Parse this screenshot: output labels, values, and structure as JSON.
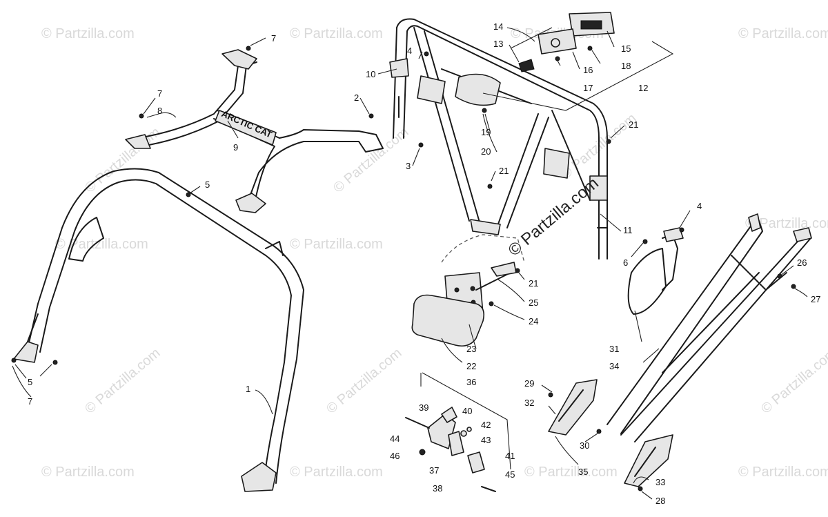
{
  "watermark": "© Partzilla.com",
  "decal_text": "ARCTIC CAT",
  "callouts": [
    "1",
    "2",
    "3",
    "4",
    "4",
    "5",
    "5",
    "6",
    "7",
    "7",
    "7",
    "8",
    "9",
    "10",
    "11",
    "12",
    "13",
    "14",
    "15",
    "16",
    "17",
    "18",
    "19",
    "20",
    "21",
    "21",
    "21",
    "22",
    "23",
    "24",
    "25",
    "26",
    "27",
    "28",
    "29",
    "30",
    "31",
    "32",
    "33",
    "34",
    "35",
    "36",
    "37",
    "38",
    "39",
    "40",
    "41",
    "42",
    "43",
    "44",
    "45",
    "46"
  ]
}
